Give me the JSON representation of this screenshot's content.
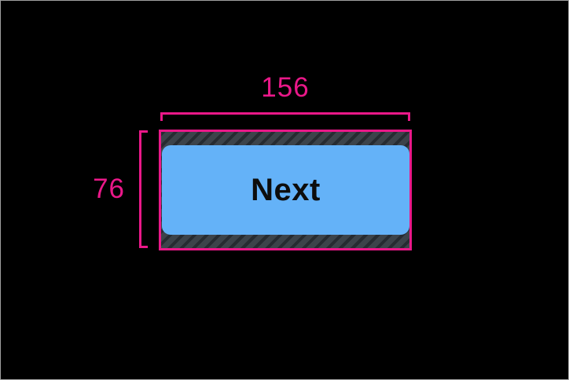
{
  "canvas": {
    "background": "#000000",
    "frame_color": "#a0a0a0"
  },
  "annotations": {
    "color": "#ea1889",
    "width": {
      "label": "156"
    },
    "height": {
      "label": "76"
    }
  },
  "component": {
    "bounds_border_color": "#ea1889",
    "padding_hatch": {
      "base_color": "#3c434a",
      "stripe_color": "#262b31"
    },
    "button": {
      "label": "Next",
      "fill": "#64b2f8",
      "text_color": "#0d0d0d"
    }
  }
}
